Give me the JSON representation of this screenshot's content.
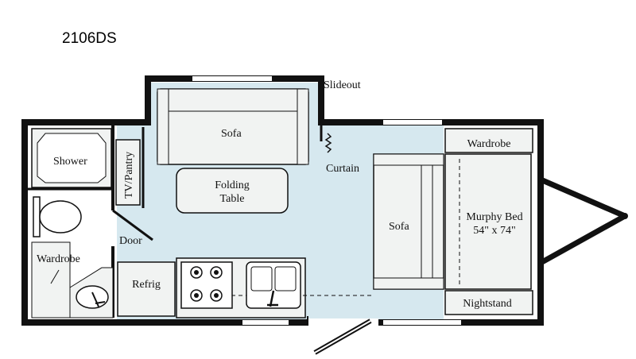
{
  "model": "2106DS",
  "labels": {
    "slideout": "Slideout",
    "sofa_slide": "Sofa",
    "curtain": "Curtain",
    "shower": "Shower",
    "tv_pantry": "TV/Pantry",
    "folding_table_1": "Folding",
    "folding_table_2": "Table",
    "sofa_front": "Sofa",
    "wardrobe_front": "Wardrobe",
    "murphy_bed_1": "Murphy Bed",
    "murphy_bed_2": "54\" x 74\"",
    "door": "Door",
    "wardrobe_bath": "Wardrobe",
    "refrig": "Refrig",
    "nightstand": "Nightstand"
  },
  "colors": {
    "floor": "#d6e8ef",
    "furniture": "#f1f3f2",
    "wall": "#111111",
    "window": "#ffffff"
  }
}
